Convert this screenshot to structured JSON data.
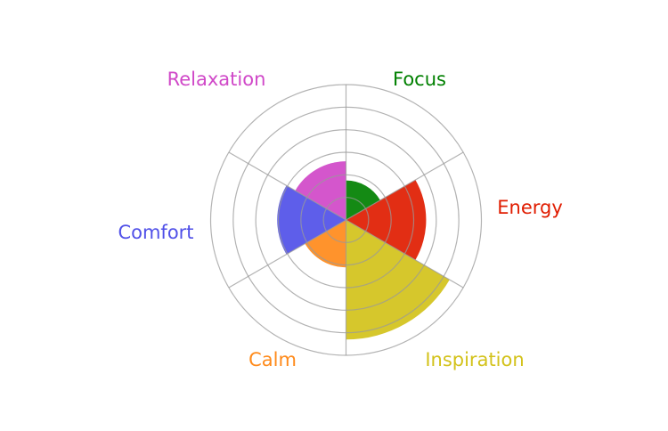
{
  "chart_data": {
    "type": "polar-bar",
    "title": "",
    "categories": [
      "Focus",
      "Energy",
      "Inspiration",
      "Calm",
      "Comfort",
      "Relaxation"
    ],
    "values": [
      1.75,
      3.55,
      5.3,
      2.1,
      3.05,
      2.6
    ],
    "colors": [
      "#008000",
      "#e01c00",
      "#d3c21a",
      "#ff8a1a",
      "#5050e8",
      "#d048c8"
    ],
    "rlim": [
      0,
      6
    ],
    "rgrid": [
      1,
      2,
      3,
      4,
      5,
      6
    ],
    "start_direction": "top",
    "rotation": "clockwise",
    "grid": true,
    "legend": "none"
  }
}
